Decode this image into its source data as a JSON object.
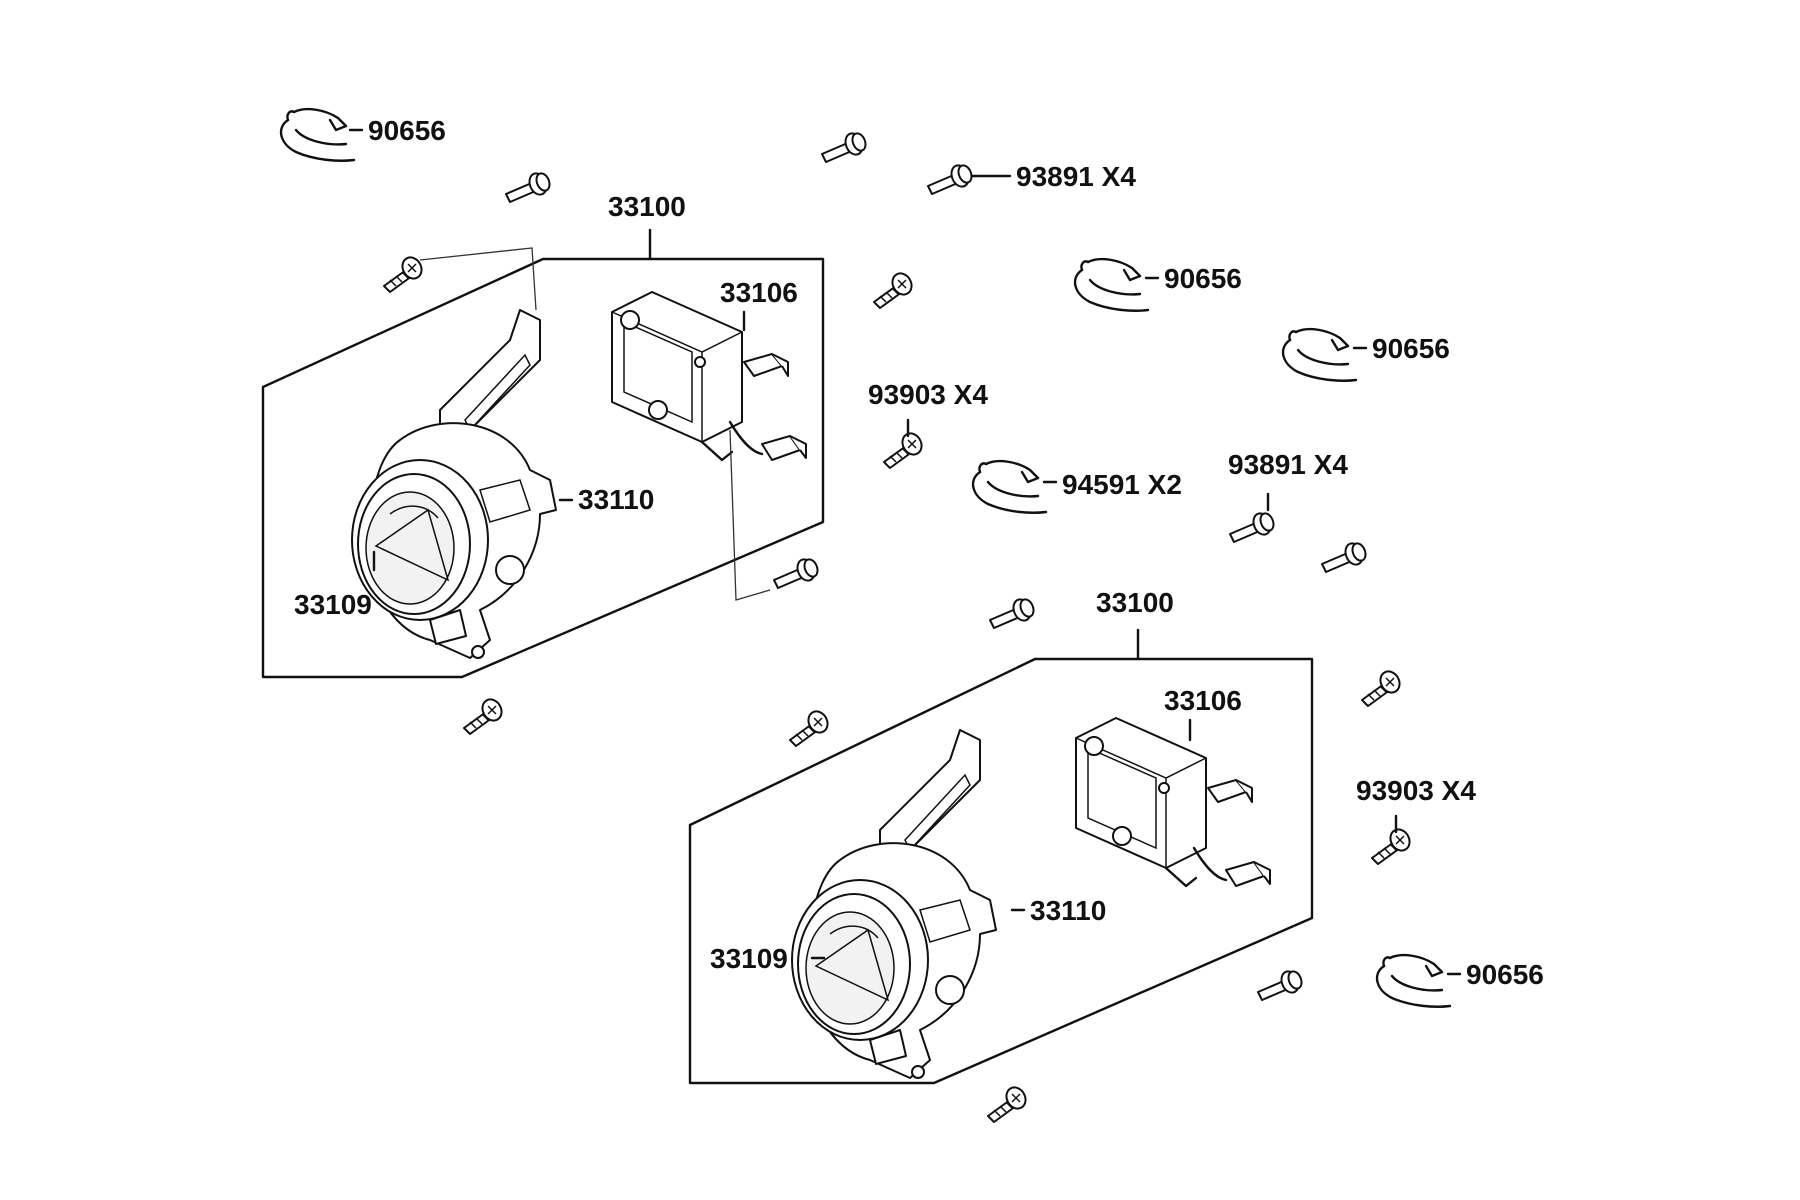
{
  "labels": {
    "clip_1": "90656",
    "clip_2": "90656",
    "clip_3": "90656",
    "clip_4": "90656",
    "bolt_top": "93891 X4",
    "bolt_mid": "93891 X4",
    "screw_top": "93903 X4",
    "screw_mid": "93903 X4",
    "band": "94591 X2",
    "assy_left": "33100",
    "assy_right": "33100",
    "ballast_left": "33106",
    "ballast_right": "33106",
    "lamp_left": "33110",
    "lamp_right": "33110",
    "lens_left": "33109",
    "lens_right": "33109"
  }
}
